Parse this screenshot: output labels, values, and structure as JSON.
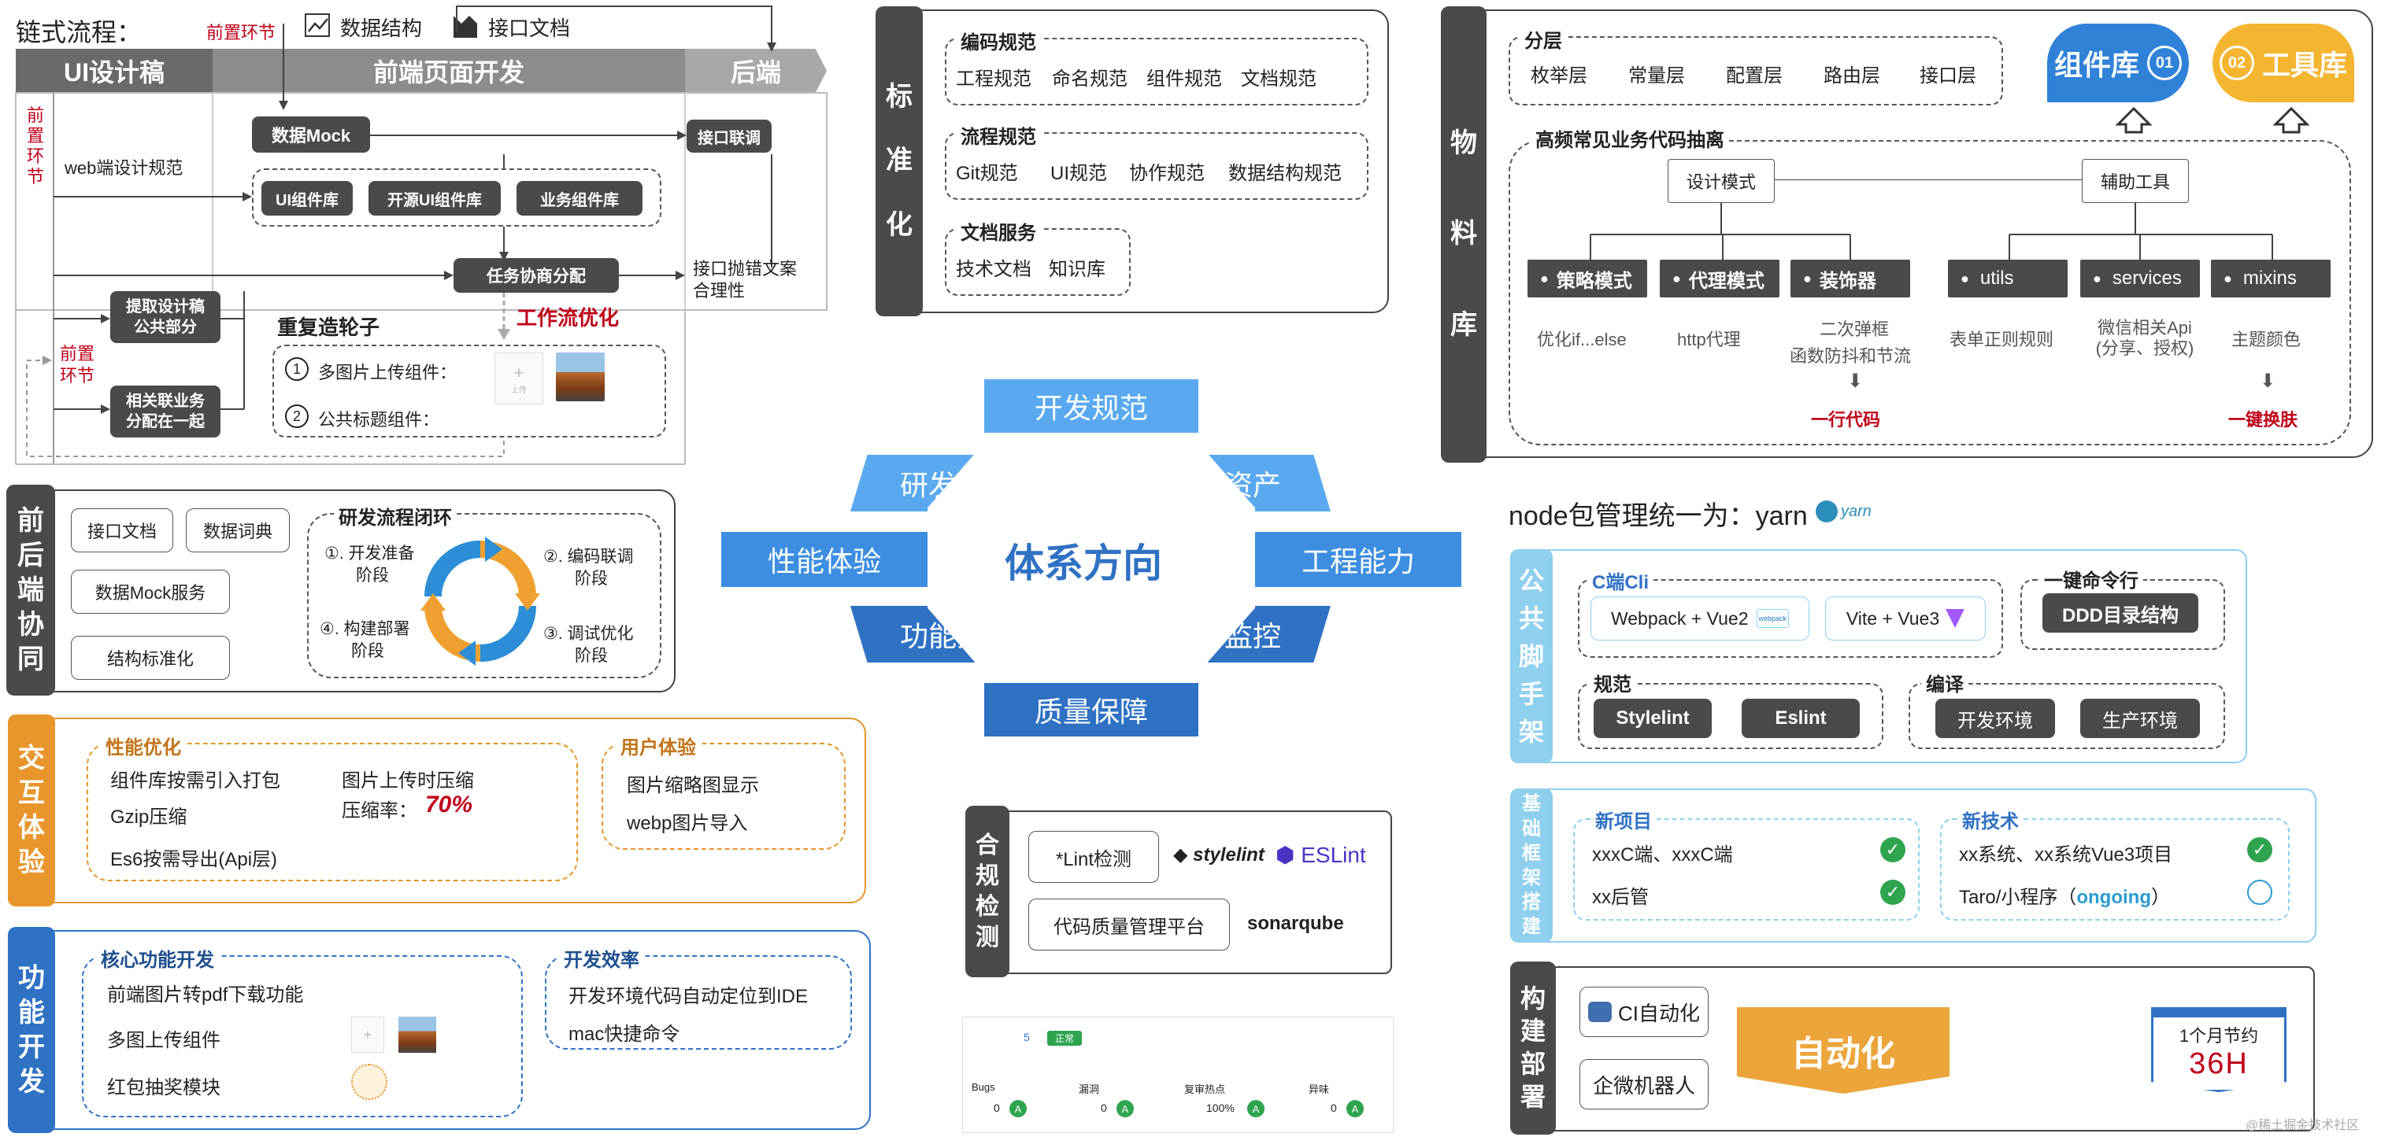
{
  "chain": {
    "title": "链式流程：",
    "pre_top": "前置环节",
    "struct": "数据结构",
    "apidoc": "接口文档",
    "stage_ui": "UI设计稿",
    "stage_fe": "前端页面开发",
    "stage_be": "后端",
    "pre_left": [
      "前",
      "置",
      "环",
      "节"
    ],
    "pre_left2": [
      "前置",
      "环节"
    ],
    "web_spec": "web端设计规范",
    "mock": "数据Mock",
    "api_joint": "接口联调",
    "ui_lib": "UI组件库",
    "open_ui": "开源UI组件库",
    "biz_lib": "业务组件库",
    "task": "任务协商分配",
    "err_copy": [
      "接口抛错文案",
      "合理性"
    ],
    "extract": [
      "提取设计稿",
      "公共部分"
    ],
    "assign": [
      "相关联业务",
      "分配在一起"
    ],
    "wheel": "重复造轮子",
    "workflow": "工作流优化",
    "item1": "多图片上传组件：",
    "item2": "公共标题组件：",
    "num1": "1",
    "num2": "2",
    "upload_tip": "上传"
  },
  "collab": {
    "tag": [
      "前",
      "后",
      "端",
      "协",
      "同"
    ],
    "apidoc": "接口文档",
    "dict": "数据词典",
    "mock": "数据Mock服务",
    "struct": "结构标准化",
    "loop_title": "研发流程闭环",
    "s1": [
      "①. 开发准备",
      "阶段"
    ],
    "s2": [
      "②. 编码联调",
      "阶段"
    ],
    "s3": [
      "③. 调试优化",
      "阶段"
    ],
    "s4": [
      "④. 构建部署",
      "阶段"
    ]
  },
  "ux": {
    "tag": [
      "交",
      "互",
      "体",
      "验"
    ],
    "perf": "性能优化",
    "p1": "组件库按需引入打包",
    "p2": "Gzip压缩",
    "p3": "Es6按需导出(Api层)",
    "p4": "图片上传时压缩",
    "p5": "压缩率：",
    "rate": "70%",
    "user": "用户体验",
    "u1": "图片缩略图显示",
    "u2": "webp图片导入"
  },
  "func": {
    "tag": [
      "功",
      "能",
      "开",
      "发"
    ],
    "core": "核心功能开发",
    "c1": "前端图片转pdf下载功能",
    "c2": "多图上传组件",
    "c3": "红包抽奖模块",
    "eff": "开发效率",
    "e1": "开发环境代码自动定位到IDE",
    "e2": "mac快捷命令"
  },
  "std": {
    "tag": [
      "标",
      "准",
      "化"
    ],
    "g1": "编码规范",
    "g1_items": [
      "工程规范",
      "命名规范",
      "组件规范",
      "文档规范"
    ],
    "g2": "流程规范",
    "g2_items": [
      "Git规范",
      "UI规范",
      "协作规范",
      "数据结构规范"
    ],
    "g3": "文档服务",
    "g3_items": [
      "技术文档",
      "知识库"
    ]
  },
  "center": {
    "title": "体系方向",
    "top": "开发规范",
    "tl": "研发流程",
    "tr": "基础资产",
    "l": "性能体验",
    "r": "工程能力",
    "bl": "功能开发",
    "br": "统计监控",
    "bottom": "质量保障"
  },
  "compliance": {
    "tag": [
      "合",
      "规",
      "检",
      "测"
    ],
    "lint": "*Lint检测",
    "stylelint": "stylelint",
    "eslint": "ESLint",
    "platform": "代码质量管理平台",
    "sonar": "sonarqube"
  },
  "sonar": {
    "count": "5",
    "status": "正常",
    "metrics": [
      {
        "icon": "bug-icon",
        "label": "Bugs",
        "value": "0",
        "grade": "A"
      },
      {
        "icon": "lock-icon",
        "label": "漏洞",
        "value": "0",
        "grade": "A"
      },
      {
        "icon": "shield-icon",
        "label": "复审热点",
        "value": "100%",
        "grade": "A"
      },
      {
        "icon": "radiation-icon",
        "label": "异味",
        "value": "0",
        "grade": "A"
      }
    ]
  },
  "material": {
    "tag": [
      "物",
      "料",
      "库"
    ],
    "layer": "分层",
    "layers": [
      "枚举层",
      "常量层",
      "配置层",
      "路由层",
      "接口层"
    ],
    "lib1": "组件库",
    "lib1_num": "01",
    "lib2": "工具库",
    "lib2_num": "02",
    "abstract": "高频常见业务代码抽离",
    "design": "设计模式",
    "aux": "辅助工具",
    "modes": [
      "策略模式",
      "代理模式",
      "装饰器"
    ],
    "tools": [
      "utils",
      "services",
      "mixins"
    ],
    "d1": "优化if...else",
    "d2": "http代理",
    "d3": [
      "二次弹框",
      "函数防抖和节流"
    ],
    "d4": "表单正则规则",
    "d5": [
      "微信相关Api",
      "(分享、授权)"
    ],
    "d6": "主题颜色",
    "one_line": "一行代码",
    "one_key": "一键换肤"
  },
  "node": {
    "text": "node包管理统一为：yarn",
    "logo": "yarn"
  },
  "scaffold": {
    "tag": [
      "公",
      "共",
      "脚",
      "手",
      "架"
    ],
    "cli": "C端Cli",
    "wv": "Webpack + Vue2",
    "wv_badge": "webpack",
    "vv": "Vite + Vue3",
    "onekey": "一键命令行",
    "ddd": "DDD目录结构",
    "spec": "规范",
    "stylelint": "Stylelint",
    "eslint": "Eslint",
    "compile": "编译",
    "dev": "开发环境",
    "prod": "生产环境"
  },
  "framework": {
    "tag": [
      "基",
      "础",
      "框",
      "架",
      "搭",
      "建"
    ],
    "newproj": "新项目",
    "np1": "xxxC端、xxxC端",
    "np2": "xx后管",
    "newtech": "新技术",
    "nt1": "xx系统、xx系统Vue3项目",
    "nt2a": "Taro/小程序（",
    "nt2b": "ongoing",
    "nt2c": "）"
  },
  "deploy": {
    "tag": [
      "构",
      "建",
      "部",
      "署"
    ],
    "ci": "CI自动化",
    "bot": "企微机器人",
    "auto": "自动化",
    "save": "1个月节约",
    "hours": "36H"
  },
  "watermark": "@稀土掘金技术社区"
}
